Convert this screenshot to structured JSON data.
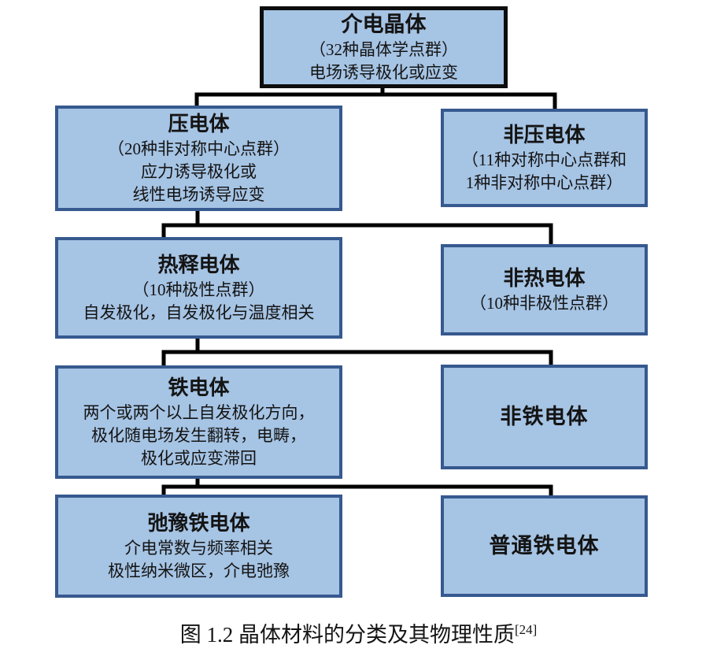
{
  "diagram": {
    "nodes": {
      "dielectric": {
        "title": "介电晶体",
        "lines": [
          "（32种晶体学点群）",
          "电场诱导极化或应变"
        ]
      },
      "piezoelectric": {
        "title": "压电体",
        "lines": [
          "（20种非对称中心点群）",
          "应力诱导极化或",
          "线性电场诱导应变"
        ]
      },
      "non_piezoelectric": {
        "title": "非压电体",
        "lines": [
          "（11种对称中心点群和",
          "1种非对称中心点群）"
        ]
      },
      "pyroelectric": {
        "title": "热释电体",
        "lines": [
          "（10种极性点群）",
          "自发极化，自发极化与温度相关"
        ]
      },
      "non_pyroelectric": {
        "title": "非热电体",
        "lines": [
          "（10种非极性点群）"
        ]
      },
      "ferroelectric": {
        "title": "铁电体",
        "lines": [
          "两个或两个以上自发极化方向，",
          "极化随电场发生翻转，电畴，",
          "极化或应变滞回"
        ]
      },
      "non_ferroelectric": {
        "title": "非铁电体",
        "lines": []
      },
      "relaxor_ferroelectric": {
        "title": "弛豫铁电体",
        "lines": [
          "介电常数与频率相关",
          "极性纳米微区，介电弛豫"
        ]
      },
      "normal_ferroelectric": {
        "title": "普通铁电体",
        "lines": []
      }
    },
    "caption": {
      "text": "图 1.2 晶体材料的分类及其物理性质",
      "superscript": "[24]"
    },
    "colors": {
      "box_fill": "#a6c4e4",
      "box_border": "#36598f",
      "top_box_border": "#0d0d0d",
      "connector": "#000000",
      "text": "#141414",
      "background": "#ffffff"
    }
  }
}
